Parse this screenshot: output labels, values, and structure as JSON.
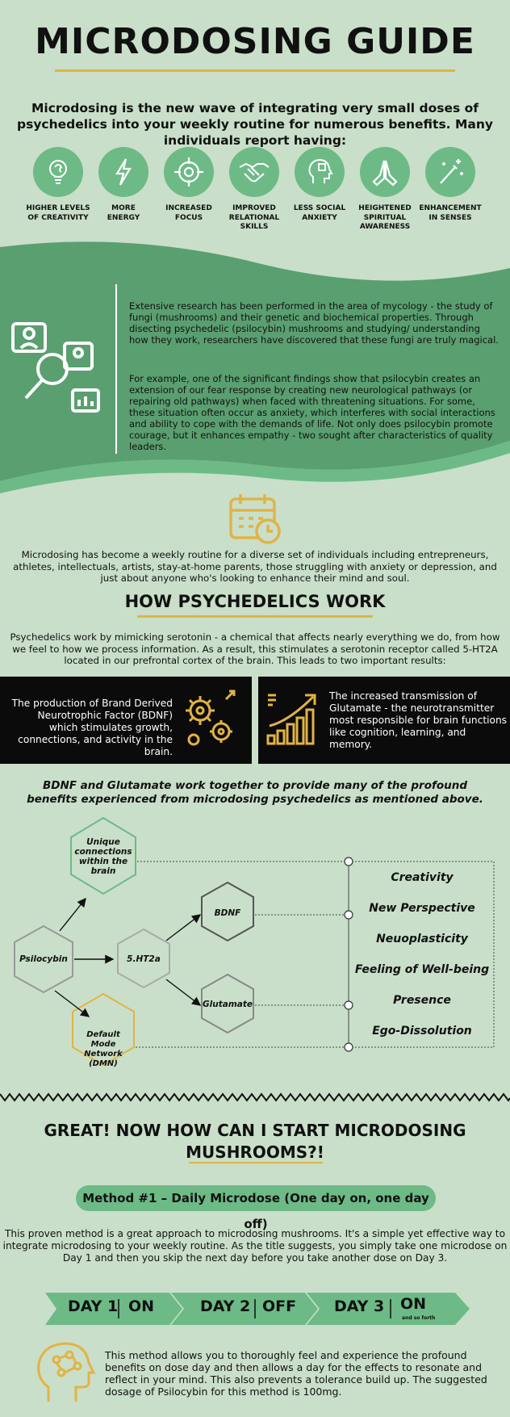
{
  "header": {
    "title": "MICRODOSING GUIDE",
    "intro": "Microdosing is the new wave of integrating very small doses of psychedelics into your weekly routine for numerous benefits. Many individuals report having:"
  },
  "benefits": [
    {
      "label": "HIGHER LEVELS\nOF CREATIVITY",
      "icon": "lightbulb-brain-icon"
    },
    {
      "label": "MORE\nENERGY",
      "icon": "lightning-icon"
    },
    {
      "label": "INCREASED\nFOCUS",
      "icon": "target-icon"
    },
    {
      "label": "IMPROVED\nRELATIONAL\nSKILLS",
      "icon": "handshake-icon"
    },
    {
      "label": "LESS SOCIAL\nANXIETY",
      "icon": "head-icon"
    },
    {
      "label": "HEIGHTENED\nSPIRITUAL\nAWARENESS",
      "icon": "praying-hands-icon"
    },
    {
      "label": "ENHANCEMENT\nIN SENSES",
      "icon": "magic-wand-icon"
    }
  ],
  "research": {
    "p1": "Extensive research has been performed in the area of mycology - the study of fungi (mushrooms) and their genetic and biochemical properties. Through disecting psychedelic (psilocybin) mushrooms and studying/ understanding how they work, researchers have discovered that these fungi are truly magical.",
    "p2": "For example, one of the significant findings show that psilocybin creates an extension of our fear response by creating new neurological pathways (or repairing old pathways) when faced with threatening situations. For some, these situation often occur as anxiety, which interferes with social interactions and ability to cope with the demands of life. Not only does psilocybin promote courage, but it enhances empathy - two sought after characteristics of quality leaders."
  },
  "routine": "Microdosing has become a weekly routine for a diverse set of individuals including entrepreneurs, athletes, intellectuals, artists, stay-at-home parents, those struggling with anxiety or depression, and just about anyone who's looking to enhance their mind and soul.",
  "how": {
    "title": "HOW PSYCHEDELICS WORK",
    "text": "Psychedelics work by mimicking serotonin - a chemical that affects nearly everything we do, from how we feel to how we process information. As a result, this stimulates a serotonin receptor called 5-HT2A located in our prefrontal cortex of the brain. This leads to two important results:",
    "bdnf": "The production of Brand Derived Neurotrophic Factor (BDNF) which stimulates growth, connections, and activity in the brain.",
    "glutamate": "The increased transmission of Glutamate - the neurotransmitter most responsible for brain functions like cognition, learning, and memory."
  },
  "together": "BDNF and Glutamate work together to provide many of the  profound benefits experienced from microdosing psychedelics as mentioned above.",
  "diagram": {
    "unique": "Unique connections within the brain",
    "psilocybin": "Psilocybin",
    "ht2a": "5.HT2a",
    "bdnf": "BDNF",
    "glutamate": "Glutamate",
    "dmn": "Default Mode Network (DMN)",
    "outcomes": [
      "Creativity",
      "New Perspective",
      "Neuoplasticity",
      "Feeling of Well-being",
      "Presence",
      "Ego-Dissolution"
    ]
  },
  "start": {
    "title_line1": "GREAT! NOW HOW CAN I START MICRODOSING",
    "title_line2": "MUSHROOMS?!",
    "method": "Method #1 – Daily Microdose (One day on, one day off)",
    "desc1": "This proven method is a great approach to microdosing mushrooms. It's a simple yet effective way to integrate microdosing to your weekly routine. As the title suggests, you simply take one microdose on",
    "desc2": "Day 1 and then you skip the next day before you take another dose on Day 3.",
    "days": [
      {
        "day": "DAY 1",
        "state": "ON"
      },
      {
        "day": "DAY 2",
        "state": "OFF"
      },
      {
        "day": "DAY 3",
        "state": "ON"
      }
    ],
    "and_so_forth": "and so forth",
    "final": "This method allows you to thoroughly feel and experience the profound benefits on dose day and then allows a day for the effects to resonate and reflect in your mind. This also prevents a tolerance build up. The suggested dosage of Psilocybin for this method is 100mg."
  },
  "colors": {
    "background": "#c9dfc9",
    "green": "#6dba86",
    "dark_green": "#5a9f70",
    "gold": "#e2b345",
    "black": "#0b0b0b"
  }
}
